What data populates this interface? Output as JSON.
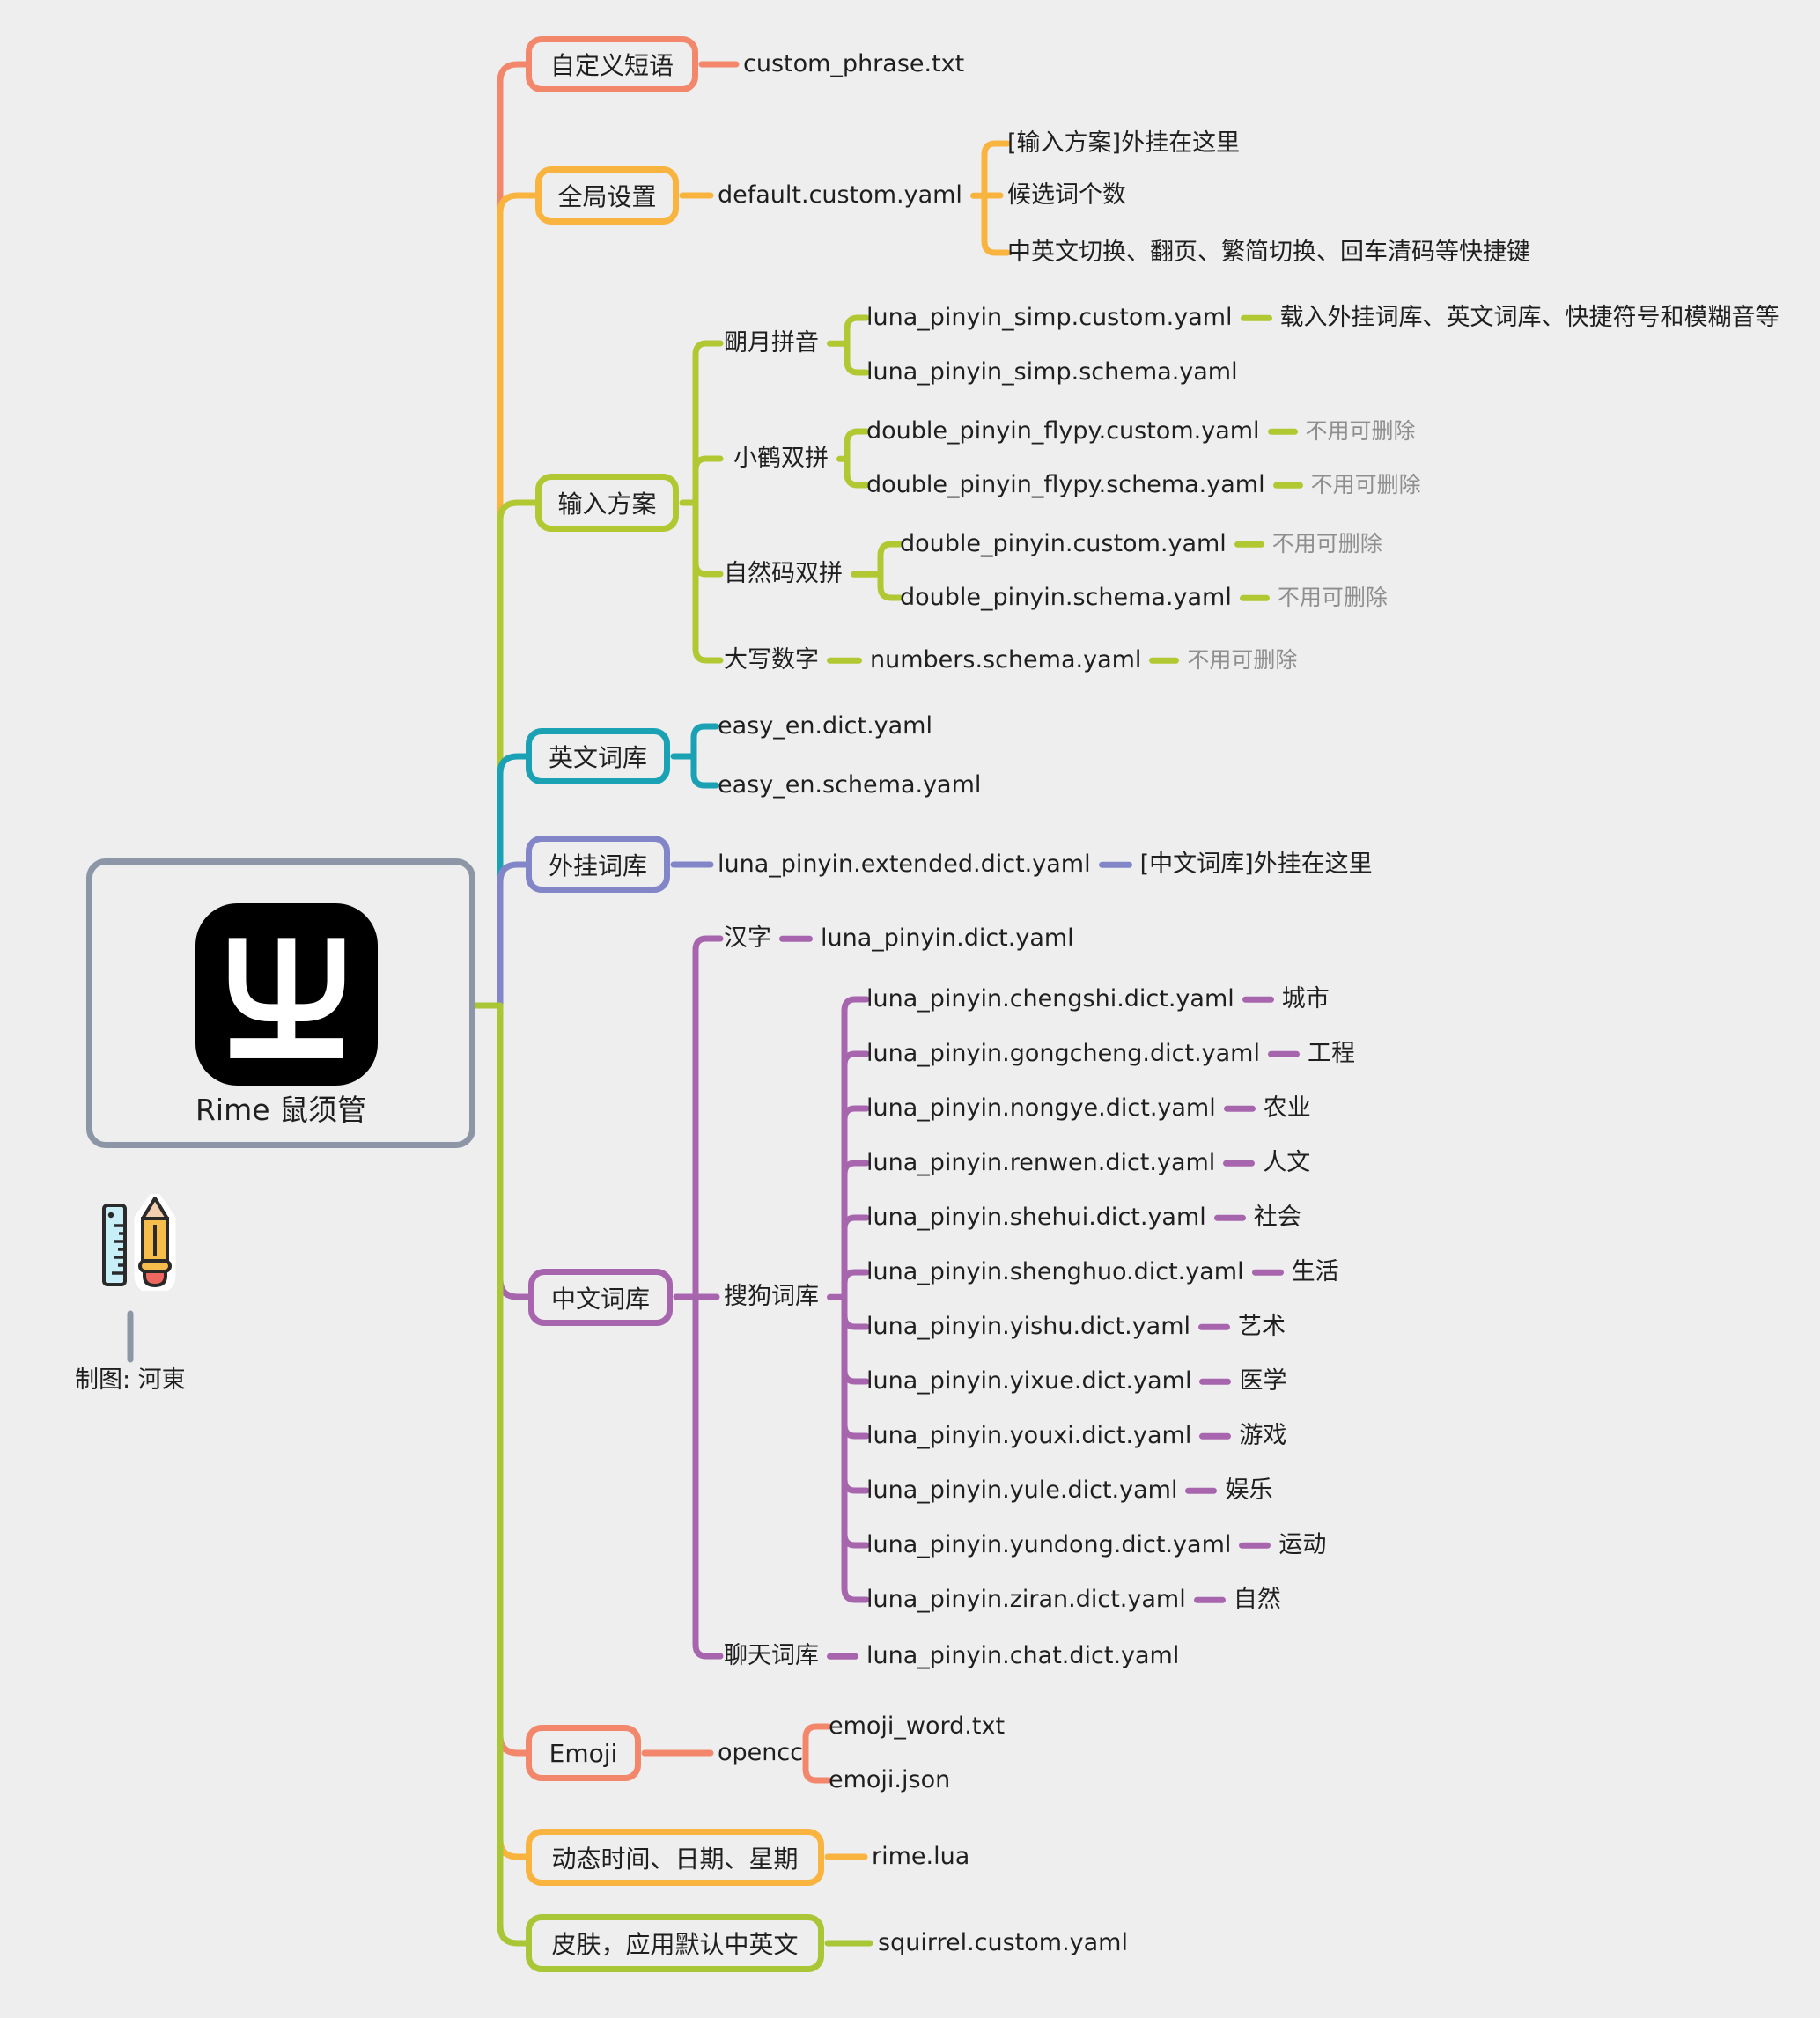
{
  "palette": {
    "bg": "#EEEEEF",
    "ink": "#1F1F1F",
    "muted": "#8E8E8E",
    "frame": "#8C96A6",
    "logo_bg": "#000000"
  },
  "central": {
    "title": "Rime 鼠须管"
  },
  "attribution": {
    "label": "制图: 河東"
  },
  "branches": [
    {
      "label": "自定义短语",
      "color": "#F2876B",
      "children": [
        {
          "label": "custom_phrase.txt"
        }
      ]
    },
    {
      "label": "全局设置",
      "color": "#F8B43F",
      "children": [
        {
          "label": "default.custom.yaml",
          "children": [
            {
              "label": "[输入方案]外挂在这里"
            },
            {
              "label": "候选词个数"
            },
            {
              "label": "中英文切换、翻页、繁简切换、回车清码等快捷键"
            }
          ]
        }
      ]
    },
    {
      "label": "输入方案",
      "color": "#B2C832",
      "children": [
        {
          "label": "朙月拼音",
          "children": [
            {
              "label": "luna_pinyin_simp.custom.yaml",
              "note": "载入外挂词库、英文词库、快捷符号和模糊音等"
            },
            {
              "label": "luna_pinyin_simp.schema.yaml"
            }
          ]
        },
        {
          "label": "小鹤双拼",
          "children": [
            {
              "label": "double_pinyin_flypy.custom.yaml",
              "note": "不用可删除"
            },
            {
              "label": "double_pinyin_flypy.schema.yaml",
              "note": "不用可删除"
            }
          ]
        },
        {
          "label": "自然码双拼",
          "children": [
            {
              "label": "double_pinyin.custom.yaml",
              "note": "不用可删除"
            },
            {
              "label": "double_pinyin.schema.yaml",
              "note": "不用可删除"
            }
          ]
        },
        {
          "label": "大写数字",
          "children": [
            {
              "label": "numbers.schema.yaml",
              "note": "不用可删除"
            }
          ]
        }
      ]
    },
    {
      "label": "英文词库",
      "color": "#1AA2B4",
      "children": [
        {
          "label": "easy_en.dict.yaml"
        },
        {
          "label": "easy_en.schema.yaml"
        }
      ]
    },
    {
      "label": "外挂词库",
      "color": "#8286C8",
      "children": [
        {
          "label": "luna_pinyin.extended.dict.yaml",
          "note": "[中文词库]外挂在这里"
        }
      ]
    },
    {
      "label": "中文词库",
      "color": "#A765AE",
      "children": [
        {
          "label": "汉字",
          "children": [
            {
              "label": "luna_pinyin.dict.yaml"
            }
          ]
        },
        {
          "label": "搜狗词库",
          "children": [
            {
              "label": "luna_pinyin.chengshi.dict.yaml",
              "note": "城市"
            },
            {
              "label": "luna_pinyin.gongcheng.dict.yaml",
              "note": "工程"
            },
            {
              "label": "luna_pinyin.nongye.dict.yaml",
              "note": "农业"
            },
            {
              "label": "luna_pinyin.renwen.dict.yaml",
              "note": "人文"
            },
            {
              "label": "luna_pinyin.shehui.dict.yaml",
              "note": "社会"
            },
            {
              "label": "luna_pinyin.shenghuo.dict.yaml",
              "note": "生活"
            },
            {
              "label": "luna_pinyin.yishu.dict.yaml",
              "note": "艺术"
            },
            {
              "label": "luna_pinyin.yixue.dict.yaml",
              "note": "医学"
            },
            {
              "label": "luna_pinyin.youxi.dict.yaml",
              "note": "游戏"
            },
            {
              "label": "luna_pinyin.yule.dict.yaml",
              "note": "娱乐"
            },
            {
              "label": "luna_pinyin.yundong.dict.yaml",
              "note": "运动"
            },
            {
              "label": "luna_pinyin.ziran.dict.yaml",
              "note": "自然"
            }
          ]
        },
        {
          "label": "聊天词库",
          "children": [
            {
              "label": "luna_pinyin.chat.dict.yaml"
            }
          ]
        }
      ]
    },
    {
      "label": "Emoji",
      "color": "#F2876B",
      "children": [
        {
          "label": "opencc",
          "children": [
            {
              "label": "emoji_word.txt"
            },
            {
              "label": "emoji.json"
            }
          ]
        }
      ]
    },
    {
      "label": "动态时间、日期、星期",
      "color": "#F8B43F",
      "children": [
        {
          "label": "rime.lua"
        }
      ]
    },
    {
      "label": "皮肤，应用默认中英文",
      "color": "#A8C636",
      "children": [
        {
          "label": "squirrel.custom.yaml"
        }
      ]
    }
  ]
}
